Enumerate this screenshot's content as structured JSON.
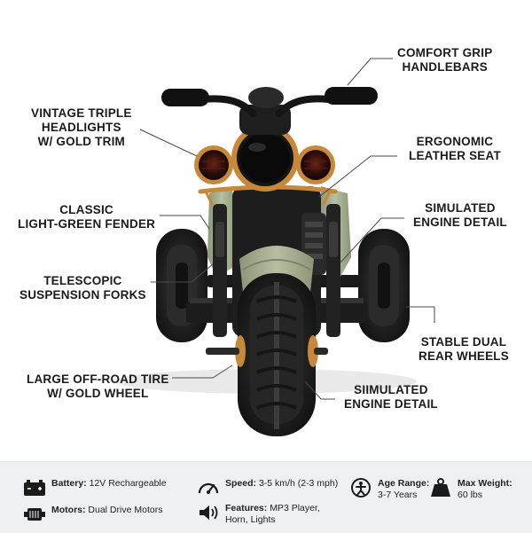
{
  "callouts": {
    "comfort_grip": [
      "COMFORT GRIP",
      "HANDLEBARS"
    ],
    "vintage_headlights": [
      "VINTAGE TRIPLE",
      "HEADLIGHTS",
      "w/ GOLD TRIM"
    ],
    "ergonomic_seat": [
      "ERGONOMIC",
      "LEATHER SEAT"
    ],
    "classic_fender": [
      "CLASSIC",
      "LIGHT-GREEN FENDER"
    ],
    "simulated_engine_top": [
      "SIMULATED",
      "ENGINE DETAIL"
    ],
    "telescopic_forks": [
      "TELESCOPIC",
      "SUSPENSION FORKS"
    ],
    "stable_wheels": [
      "STABLE DUAL",
      "REAR WHEELS"
    ],
    "offroad_tire": [
      "LARGE OFF-ROAD TIRE",
      "w/ GOLD WHEEL"
    ],
    "simulated_engine_bottom": [
      "SIIMULATED",
      "ENGINE DETAIL"
    ]
  },
  "specs": {
    "battery": {
      "label": "Battery:",
      "value": "12V Rechargeable",
      "icon": "battery-icon"
    },
    "motors": {
      "label": "Motors:",
      "value": "Dual Drive Motors",
      "icon": "motor-icon"
    },
    "speed": {
      "label": "Speed:",
      "value": "3-5 km/h (2-3 mph)",
      "icon": "speedometer-icon"
    },
    "features": {
      "label": "Features:",
      "value": "MP3 Player,",
      "value2": "Horn, Lights",
      "icon": "speaker-icon"
    },
    "age": {
      "label": "Age Range:",
      "value": "3-7 Years",
      "icon": "child-icon"
    },
    "weight": {
      "label": "Max Weight:",
      "value": "60 lbs",
      "icon": "weight-icon"
    }
  },
  "colors": {
    "body_green": "#a3ad8e",
    "gold_trim": "#c8883a",
    "tire_black": "#1e1e1e",
    "spec_bar": "#eef0f3"
  }
}
